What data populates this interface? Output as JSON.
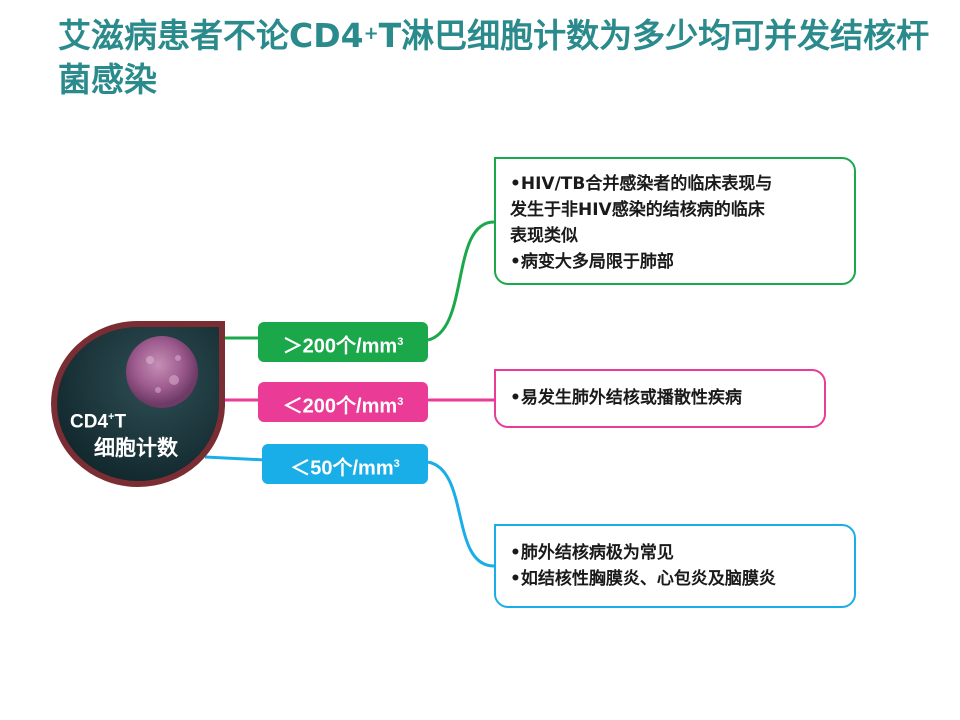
{
  "title": {
    "part1": "艾滋病患者不论CD4",
    "sup": "+",
    "part2": "T淋巴细胞计数为多少均可并发结核杆菌感染"
  },
  "center": {
    "line1_main": "CD4",
    "line1_sup": "+",
    "line1_tail": "T",
    "line2": "细胞计数"
  },
  "branches": [
    {
      "label_main": "＞200个/mm",
      "label_sup": "3",
      "color": "#1aa84a",
      "lines": [
        "•HIV/TB合并感染者的临床表现与",
        "发生于非HIV感染的结核病的临床",
        "表现类似",
        "•病变大多局限于肺部"
      ]
    },
    {
      "label_main": "＜200个/mm",
      "label_sup": "3",
      "color": "#ea3b96",
      "lines": [
        "•易发生肺外结核或播散性疾病"
      ]
    },
    {
      "label_main": "＜50个/mm",
      "label_sup": "3",
      "color": "#1aaee8",
      "lines": [
        "•肺外结核病极为常见",
        "•如结核性胸膜炎、心包炎及脑膜炎"
      ]
    }
  ]
}
